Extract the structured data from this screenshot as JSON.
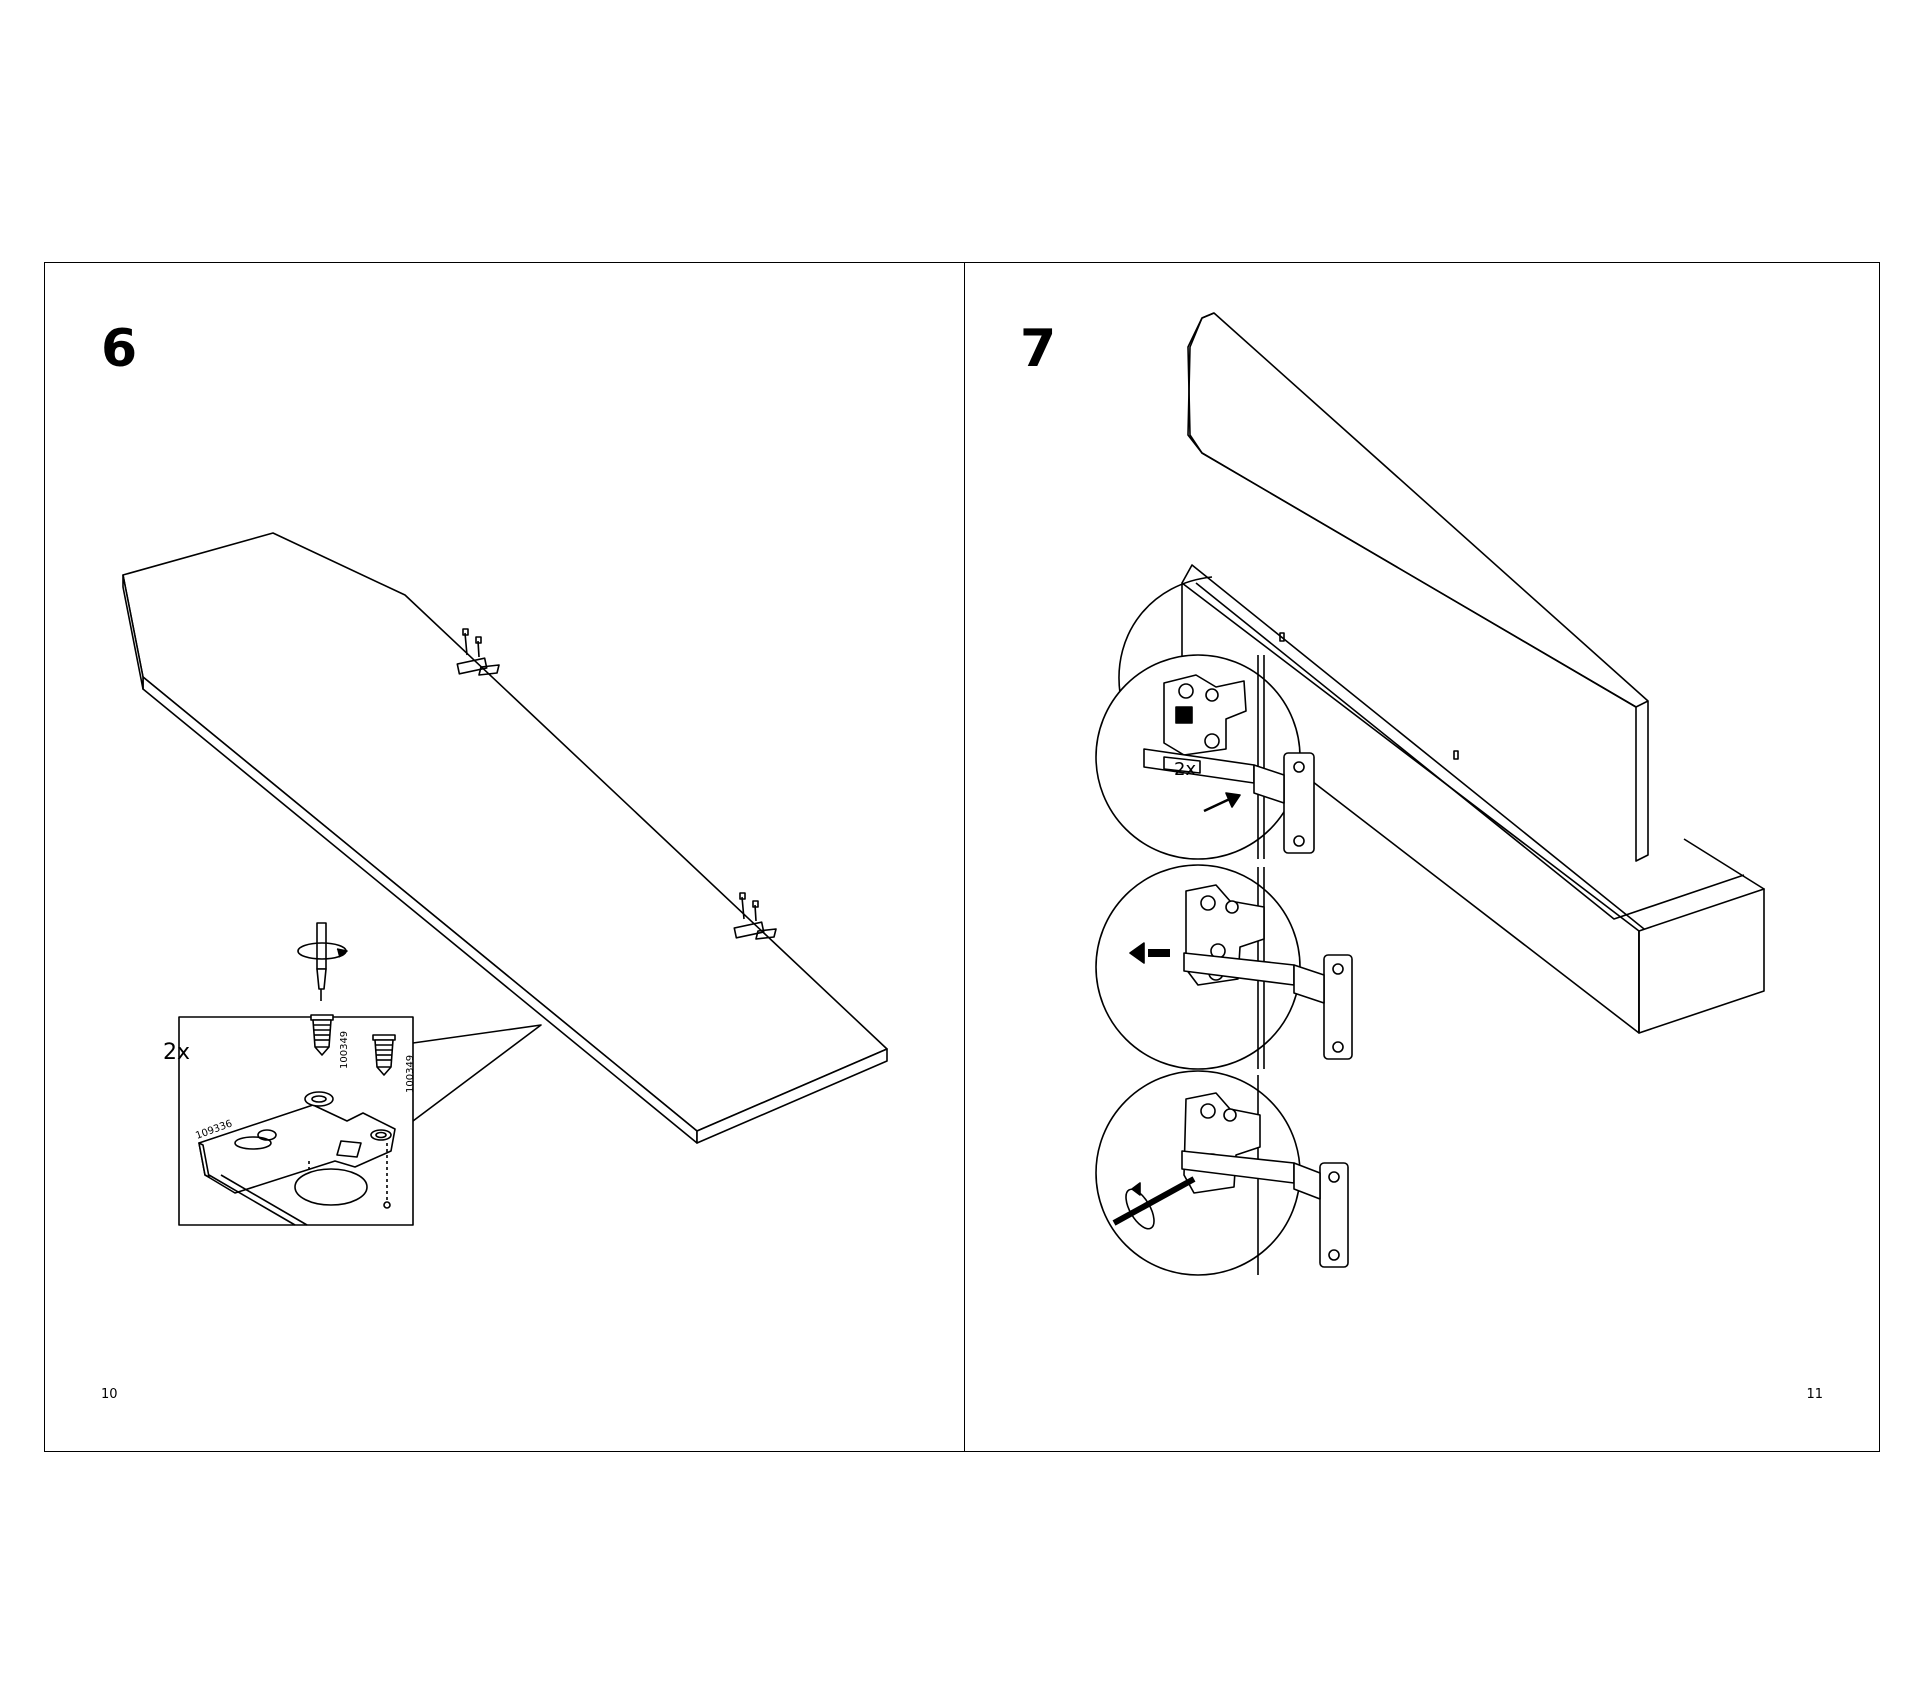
{
  "pages": [
    {
      "step": "6",
      "page_number": "10",
      "callout": {
        "quantity": "2x",
        "part_hinge": "109336",
        "part_screw_a": "100349",
        "part_screw_b": "100349"
      }
    },
    {
      "step": "7",
      "page_number": "11",
      "callout": {
        "quantity": "2x"
      }
    }
  ]
}
